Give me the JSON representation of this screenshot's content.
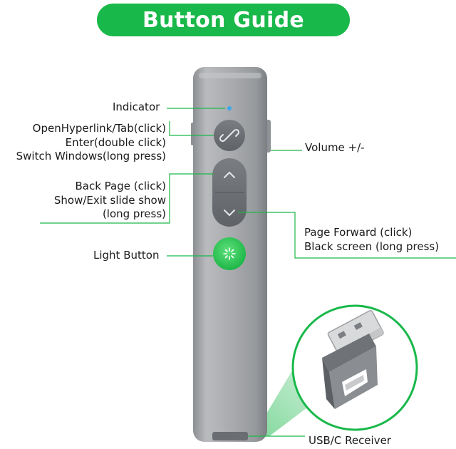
{
  "title": "Button Guide",
  "labels": {
    "indicator": "Indicator",
    "hyperlink_1": "OpenHyperlink/Tab(click)",
    "hyperlink_2": "Enter(double click)",
    "hyperlink_3": "Switch Windows(long press)",
    "volume": "Volume +/-",
    "back_1": "Back Page  (click)",
    "back_2": "Show/Exit slide show",
    "back_3": "(long press)",
    "forward_1": "Page Forward (click)",
    "forward_2": "Black screen (long press)",
    "light": "Light Button",
    "usb": "USB/C Receiver"
  },
  "colors": {
    "accent_green": "#19b84a",
    "body_gray": "#a9abae",
    "button_dark": "#6f7276",
    "indicator_blue": "#3aa8f0"
  },
  "icons": [
    "link-icon",
    "chevron-up-icon",
    "chevron-down-icon",
    "light-burst-icon"
  ]
}
